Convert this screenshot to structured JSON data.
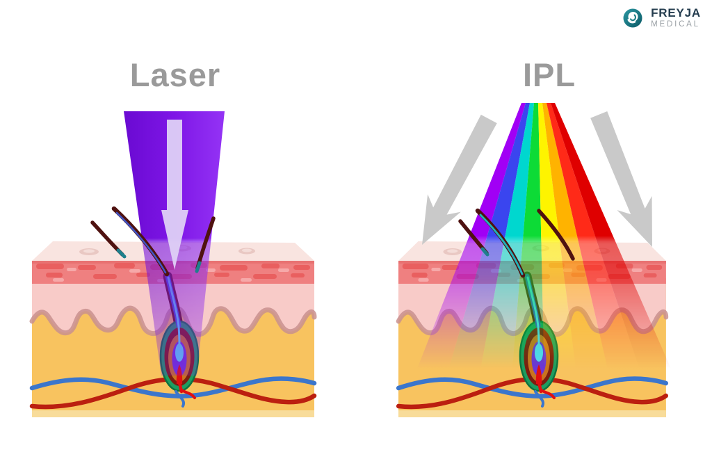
{
  "brand": {
    "name": "FREYJA",
    "sub": "MEDICAL",
    "icon": "spiral-ring-icon",
    "colors": {
      "icon_from": "#2b97a2",
      "icon_to": "#0c5a66",
      "name": "#243c4e",
      "sub": "#9aa0a5"
    }
  },
  "titles_color": "#9a9a9a",
  "panels": [
    {
      "id": "laser",
      "title": "Laser",
      "beam": {
        "type": "single-wavelength",
        "colors": [
          "#6a0ad2",
          "#7e16e6",
          "#9433f5"
        ],
        "arrow_color": "#ded0f6"
      }
    },
    {
      "id": "ipl",
      "title": "IPL",
      "beam": {
        "type": "broad-spectrum",
        "spectrum": [
          "#a100f5",
          "#3a45ef",
          "#00d7cf",
          "#0ddb36",
          "#fef400",
          "#ffb300",
          "#ff2a18",
          "#df0000"
        ],
        "scatter_arrow_color": "#c9c9c9"
      }
    }
  ],
  "skin": {
    "surface": "#f9e4e0",
    "pore": "#ddb0ac",
    "epidermis": "#ef8080",
    "epidermis_edge": "#e87272",
    "speckle_dark": "#e95f5f",
    "speckle_light": "#f6a9a9",
    "dermis": "#f8cbc8",
    "dermis_line": "#c9908e",
    "subcutis": "#f8c35f",
    "subcutis_strip": "#f8dc9a",
    "vessel_red": "#bb1f10",
    "vessel_blue": "#3b76cc",
    "hair": "#4f1210",
    "hair_sheen_blue": "#4055c8",
    "hair_sheen_teal": "#20b2b8",
    "hair_tip_teal": "#1f7f8c",
    "follicle": {
      "outer": "#1d9d60",
      "outer_stroke": "#0c7340",
      "sheath": "#7c1d10",
      "cortex": "#c9731f",
      "medulla": "#6d35d6",
      "bulb_core": "#55d8f5",
      "papilla": "#e01010"
    }
  }
}
